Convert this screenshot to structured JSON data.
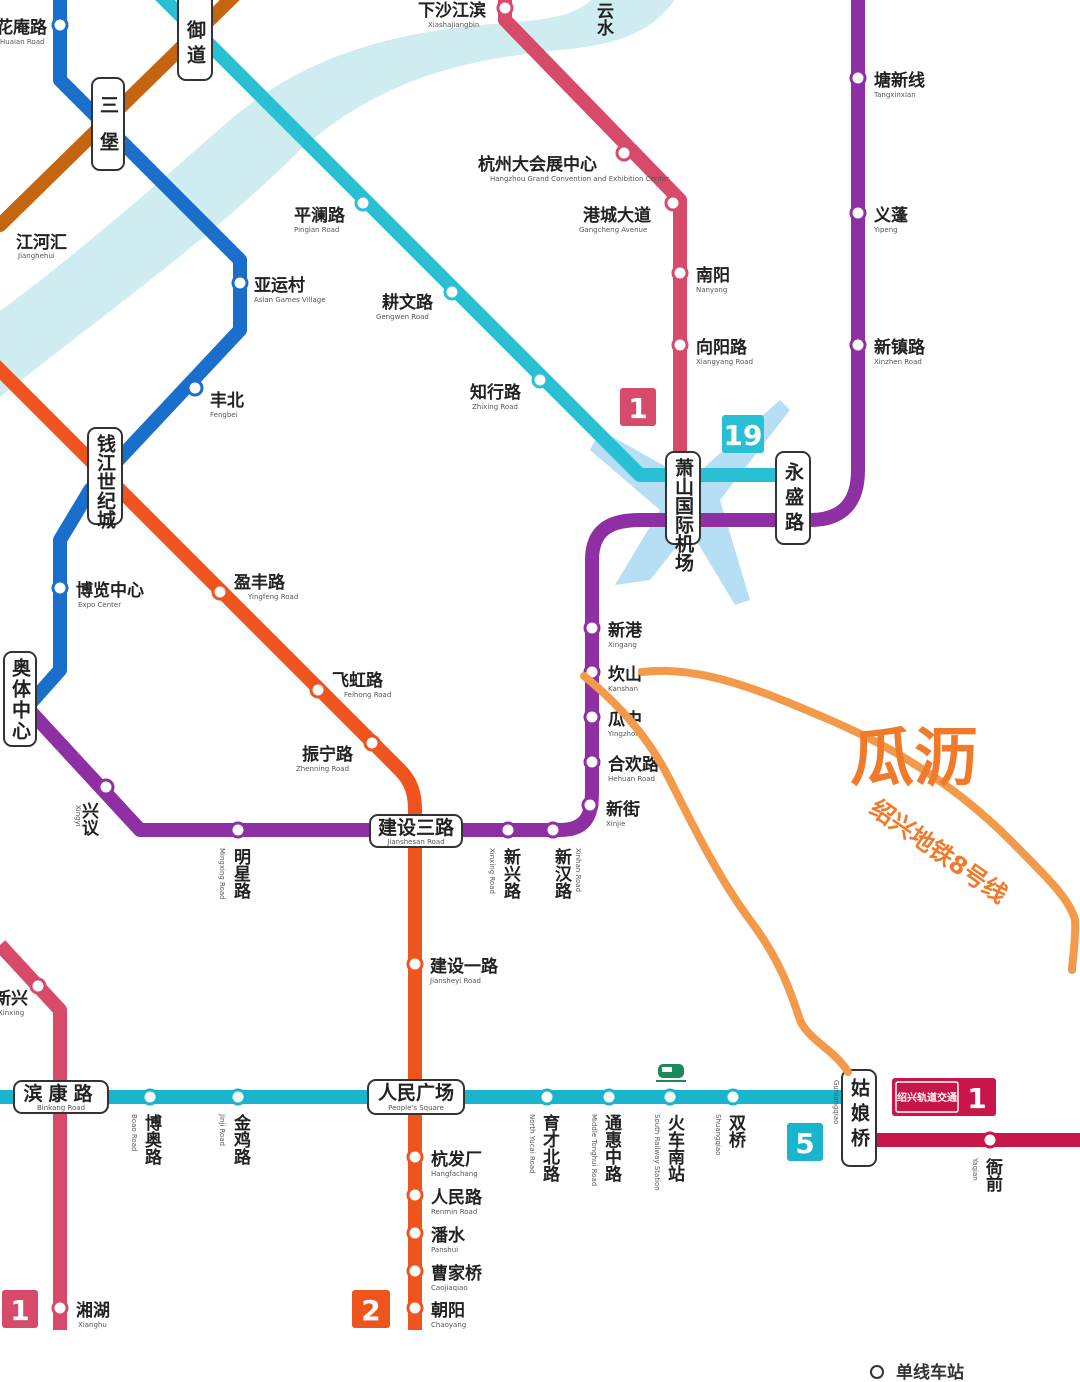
{
  "colors": {
    "line1": "#d84a6a",
    "line1_shaoxing": "#c8154a",
    "line2": "#f0541e",
    "line3": "#8e2fa3",
    "line5": "#1ab4cc",
    "line6": "#1a6fcc",
    "line7": "#c6650f",
    "line19": "#29c0d6",
    "river": "#bfe6ec",
    "airport": "#a9d8f2",
    "annotation": "#f39a4a",
    "annotation_text": "#f07a2a"
  },
  "line_badges": {
    "line1_top": "1",
    "line19": "19",
    "line5": "5",
    "line1_bottom": "1",
    "line2": "2",
    "shaoxing_line1": "1",
    "shaoxing_line1_brand": "绍兴轨道交通"
  },
  "stations": {
    "huaanlu": "花庵路",
    "huaanlu_en": "Huaian Road",
    "yudao": "御道",
    "sanbao": "三堡",
    "jianghehui": "江河汇",
    "jianghehui_en": "Jianghehui",
    "xiashajiangbin": "下沙江滨",
    "xiashajiangbin_en": "Xiashajiangbin",
    "yunshui": "云水",
    "tangxinxian": "塘新线",
    "tangxinxian_en": "Tangxinxian",
    "hz_expo": "杭州大会展中心",
    "hz_expo_en": "Hangzhou Grand Convention and Exhibition Center",
    "pinglanlu": "平澜路",
    "pinglanlu_en": "Pinglan Road",
    "gangchengdadao": "港城大道",
    "gangchengdadao_en": "Gangcheng Avenue",
    "yipeng": "义蓬",
    "yipeng_en": "Yipeng",
    "yayuncun": "亚运村",
    "yayuncun_en": "Asian Games Village",
    "gengwenlu": "耕文路",
    "gengwenlu_en": "Gengwen Road",
    "nanyang": "南阳",
    "nanyang_en": "Nanyang",
    "xiangyanglu": "向阳路",
    "xiangyanglu_en": "Xiangyang Road",
    "xinzhenlu": "新镇路",
    "xinzhenlu_en": "Xinzhen Road",
    "zhixinglu": "知行路",
    "zhixinglu_en": "Zhixing Road",
    "fengbei": "丰北",
    "fengbei_en": "Fengbei",
    "airport": "萧山国际机场",
    "yongshenglu": "永盛路",
    "qianjiangshijicheng": "钱江世纪城",
    "bolanzhongxin": "博览中心",
    "bolanzhongxin_en": "Expo Center",
    "yingfenglu": "盈丰路",
    "yingfenglu_en": "Yingfeng Road",
    "xingang": "新港",
    "xingang_en": "Xingang",
    "kanshan": "坎山",
    "kanshan_en": "Kanshan",
    "feihonglu": "飞虹路",
    "feihonglu_en": "Feihong Road",
    "aotizhongxin": "奥体中心",
    "yingzhong": "瓜中",
    "yingzhong_en": "Yingzhong",
    "zhenninglu": "振宁路",
    "zhenninglu_en": "Zhenning Road",
    "hexianlu": "合欢路",
    "hexianlu_en": "Hehuan Road",
    "xingyi": "兴议",
    "xingyi_en": "Xingyi",
    "xinjie": "新街",
    "xinjie_en": "Xinjie",
    "mingxinglu": "明星路",
    "mingxinglu_en": "Mingxing Road",
    "jiansheshanlu": "建设三路",
    "jiansheshanlu_en": "Jianshesan Road",
    "xinxinglu": "新兴路",
    "xinxinglu_en": "Xinxing Road",
    "xinhanlu": "新汉路",
    "xinhanlu_en": "Xinhan Road",
    "jiansheyilu": "建设一路",
    "jiansheyilu_en": "Jiansheyi Road",
    "xinxing_l1": "新兴",
    "xinxing_l1_en": "Xinxing",
    "binkanglu": "滨康路",
    "binkanglu_en": "Binkang Road",
    "boaolu": "博奥路",
    "boaolu_en": "Boao Road",
    "jinjilu": "金鸡路",
    "jinjilu_en": "Jinji Road",
    "renminguangchang": "人民广场",
    "renminguangchang_en": "People's Square",
    "yucaibeilu": "育才北路",
    "yucaibeilu_en": "North Yucai Road",
    "tonghuizhonglu": "通惠中路",
    "tonghuizhonglu_en": "Middle Tonghui Road",
    "huochenanzhan": "火车南站",
    "huochenanzhan_en": "South Railway Station",
    "shuangqiao": "双桥",
    "shuangqiao_en": "Shuangqiao",
    "guniangqiao": "姑娘桥",
    "guniangqiao_en": "Guniangqiao",
    "yaqian": "衙前",
    "yaqian_en": "Yaqian",
    "hangfachang": "杭发厂",
    "hangfachang_en": "Hangfachang",
    "renminlu": "人民路",
    "renminlu_en": "Renmin Road",
    "panshui": "潘水",
    "panshui_en": "Panshui",
    "caojiaqiao": "曹家桥",
    "caojiaqiao_en": "Caojiaqiao",
    "chaoyang": "朝阳",
    "chaoyang_en": "Chaoyang",
    "xianghu": "湘湖",
    "xianghu_en": "Xianghu"
  },
  "annotation": {
    "title": "瓜沥",
    "subtitle": "绍兴地铁8号线"
  },
  "legend": {
    "single_line_station": "单线车站"
  }
}
